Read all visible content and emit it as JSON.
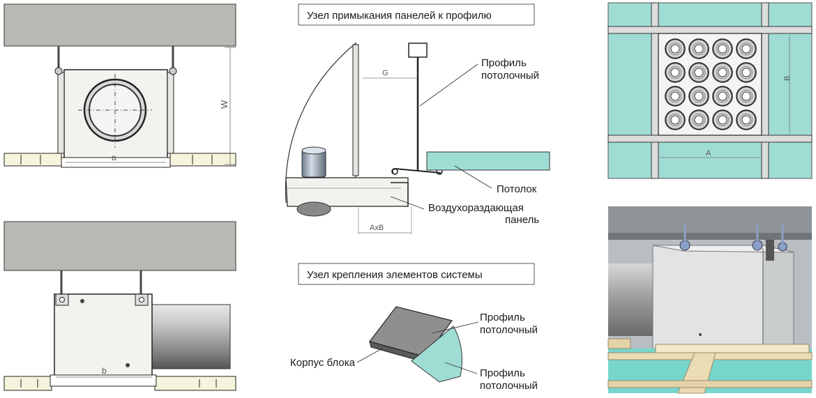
{
  "titles": {
    "junction": "Узел примыкания панелей к профилю",
    "mounting": "Узел крепления элементов системы"
  },
  "labels": {
    "profile_top_line1": "Профиль",
    "profile_top_line2": "потолочный",
    "ceiling": "Потолок",
    "panel_line1": "Воздухораздающая",
    "panel_line2": "панель",
    "profile_mid_line1": "Профиль",
    "profile_mid_line2": "потолочный",
    "profile_bot_line1": "Профиль",
    "profile_bot_line2": "потолочный",
    "housing": "Корпус блока"
  },
  "dimensions": {
    "w": "W",
    "a_lower": "a",
    "b_lower": "b",
    "g": "G",
    "axb": "AxB",
    "a_upper": "A",
    "b_upper": "B"
  },
  "colors": {
    "concrete": "#b9b9b4",
    "panel_teal": "#9fdcd4",
    "housing": "#f2f2ee",
    "line": "#2a2a2a"
  }
}
